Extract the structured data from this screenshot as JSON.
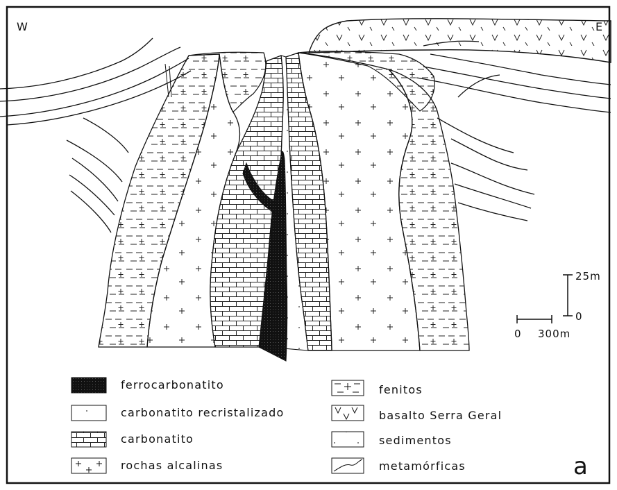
{
  "orientation": {
    "west": "W",
    "east": "E"
  },
  "scale_bar": {
    "vertical_label": "25m",
    "zero_label": "0",
    "horizontal_zero": "0",
    "horizontal_label": "300m"
  },
  "panel_letter": "a",
  "legend": [
    {
      "id": "ferrocarbonatito",
      "label": "ferrocarbonatito",
      "pattern": "solid-black"
    },
    {
      "id": "carbonatito-recristalizado",
      "label": "carbonatito recristalizado",
      "pattern": "sparse-dots"
    },
    {
      "id": "carbonatito",
      "label": "carbonatito",
      "pattern": "brick"
    },
    {
      "id": "rochas-alcalinas",
      "label": "rochas alcalinas",
      "pattern": "crosses"
    },
    {
      "id": "fenitos",
      "label": "fenitos",
      "pattern": "dashes-crosses"
    },
    {
      "id": "basalto",
      "label": "basalto Serra Geral",
      "pattern": "v-marks"
    },
    {
      "id": "sedimentos",
      "label": "sedimentos",
      "pattern": "sparse-dots"
    },
    {
      "id": "metamorficas",
      "label": "metamórficas",
      "pattern": "wavy-lines"
    }
  ],
  "colors": {
    "ink": "#111111",
    "paper": "#ffffff"
  }
}
